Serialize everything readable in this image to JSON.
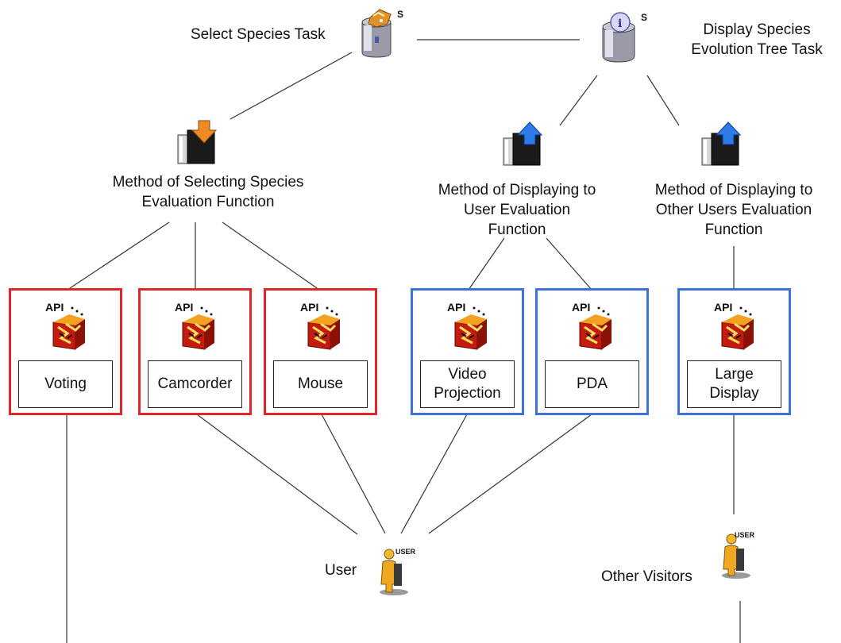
{
  "tasks": {
    "select": "Select Species Task",
    "display_line1": "Display Species",
    "display_line2": "Evolution Tree Task"
  },
  "methods": {
    "selecting_line1": "Method of Selecting Species",
    "selecting_line2": "Evaluation Function",
    "user_line1": "Method of Displaying to",
    "user_line2": "User Evaluation",
    "user_line3": "Function",
    "others_line1": "Method of Displaying to",
    "others_line2": "Other Users Evaluation",
    "others_line3": "Function"
  },
  "devices": [
    {
      "line1": "Voting",
      "line2": "",
      "api": "API",
      "group": "input"
    },
    {
      "line1": "Camcorder",
      "line2": "",
      "api": "API",
      "group": "input"
    },
    {
      "line1": "Mouse",
      "line2": "",
      "api": "API",
      "group": "input"
    },
    {
      "line1": "Video",
      "line2": "Projection",
      "api": "API",
      "group": "output"
    },
    {
      "line1": "PDA",
      "line2": "",
      "api": "API",
      "group": "output"
    },
    {
      "line1": "Large",
      "line2": "Display",
      "api": "API",
      "group": "output"
    }
  ],
  "actors": {
    "user": "User",
    "others": "Other Visitors",
    "icon_text": "USER"
  },
  "task_icon_badge": "S",
  "colors": {
    "input_border": "#e2262b",
    "output_border": "#3b73d9",
    "line": "#333333"
  }
}
